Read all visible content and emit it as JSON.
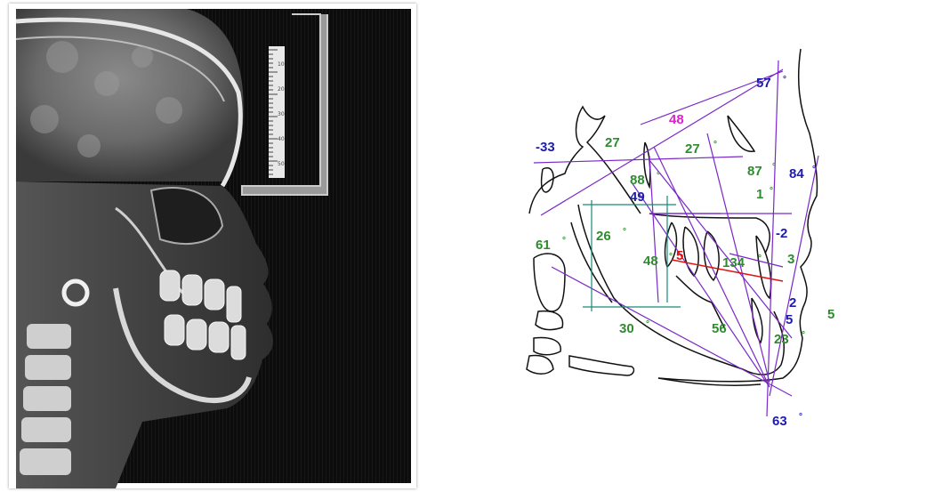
{
  "colors": {
    "angle_green": "#2e8b2e",
    "measure_blue": "#1c1cb0",
    "magenta": "#e020d0",
    "red": "#e01010",
    "purple_lines": "#7a28c8",
    "teal_lines": "#178a7a",
    "outline": "#111111"
  },
  "xray": {
    "image_type": "lateral cephalometric radiograph",
    "ruler_marks": [
      "10",
      "20",
      "30",
      "40",
      "50"
    ]
  },
  "tracing": {
    "degree_symbol": "°",
    "labels": {
      "sn_mp": "-33",
      "sna_top": "27",
      "magenta_48": "48",
      "angle_27": "27",
      "angle_57": "57",
      "angle_87": "87",
      "angle_84": "84",
      "angle_88": "88",
      "angle_49": "49",
      "angle_1": "1",
      "angle_26": "26",
      "angle_61": "61",
      "minus_2": "-2",
      "angle_48b": "48",
      "red_5": "5",
      "angle_134": "134",
      "angle_3": "3",
      "blue_2": "2",
      "blue_5": "5",
      "green_5": "5",
      "angle_30": "30",
      "angle_56": "56",
      "angle_23": "23",
      "angle_63": "63"
    }
  }
}
